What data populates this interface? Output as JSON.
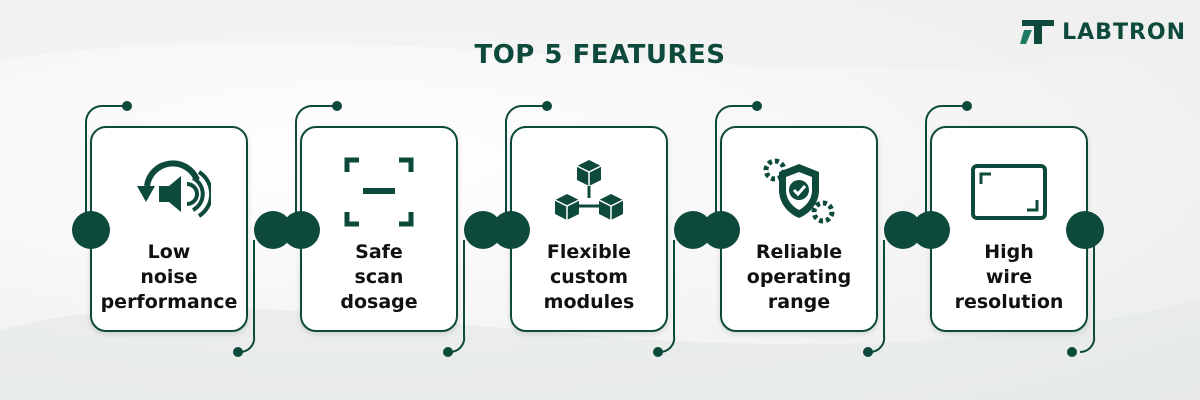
{
  "brand": {
    "name": "LABTRON",
    "color": "#0d4a3c"
  },
  "page": {
    "title": "TOP 5 FEATURES"
  },
  "features": [
    {
      "lines": [
        "Low",
        "noise",
        "performance"
      ],
      "icon": "speaker-rotate-icon"
    },
    {
      "lines": [
        "Safe",
        "scan",
        "dosage"
      ],
      "icon": "scan-frame-icon"
    },
    {
      "lines": [
        "Flexible",
        "custom",
        "modules"
      ],
      "icon": "cubes-icon"
    },
    {
      "lines": [
        "Reliable",
        "operating",
        "range"
      ],
      "icon": "shield-gears-icon"
    },
    {
      "lines": [
        "High",
        "wire",
        "resolution"
      ],
      "icon": "screen-frame-icon"
    }
  ]
}
